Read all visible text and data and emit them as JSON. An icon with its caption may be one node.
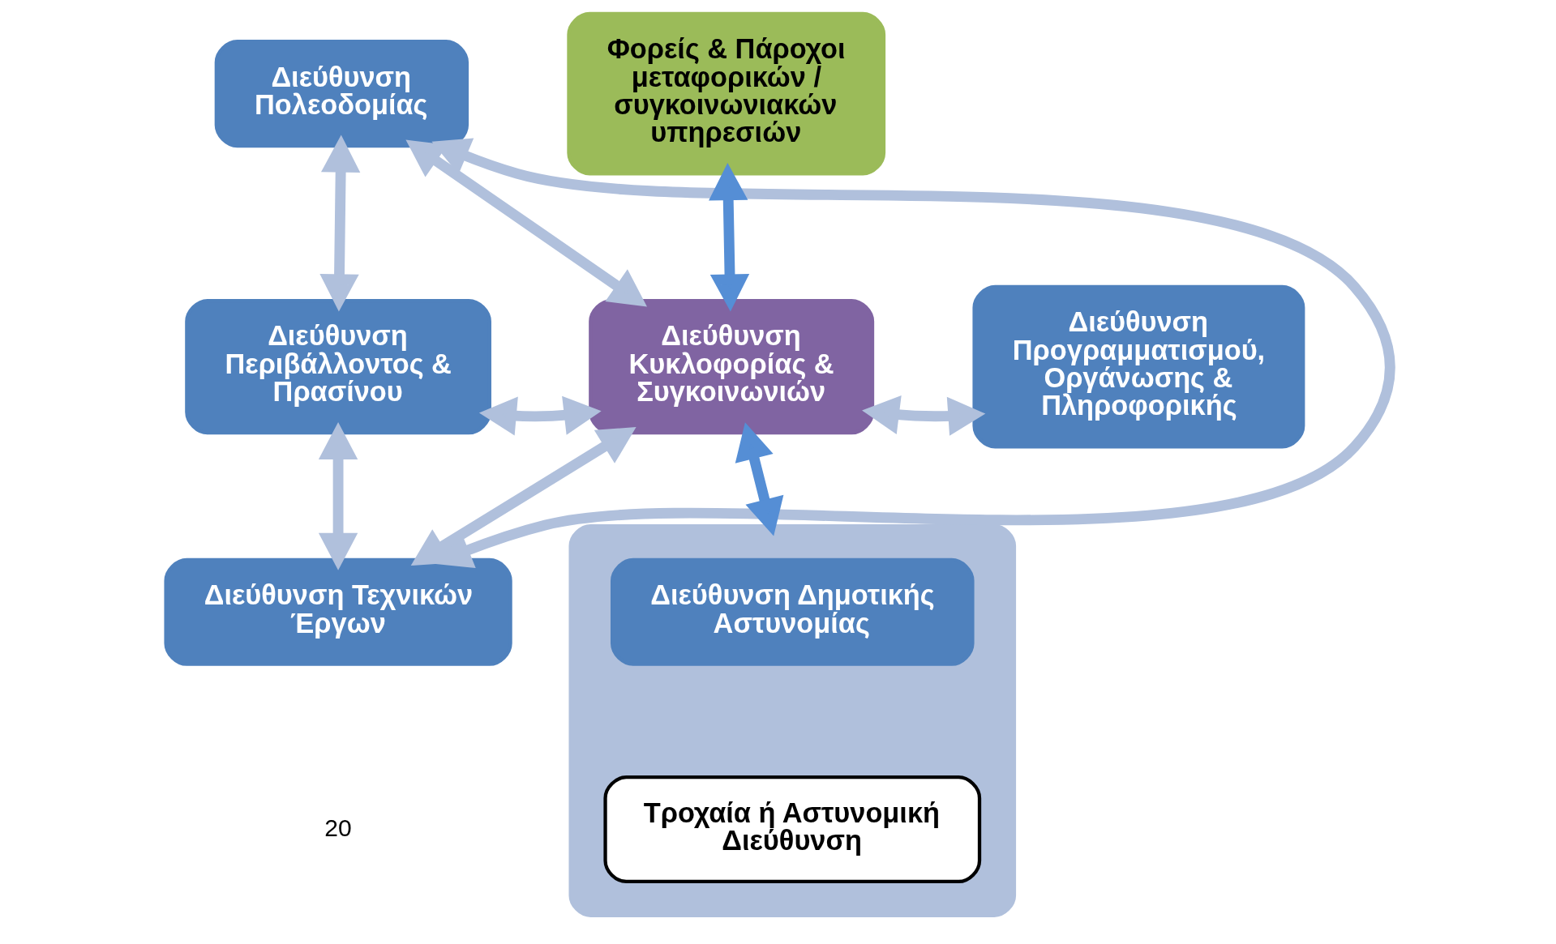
{
  "diagram": {
    "nodes": [
      {
        "text": [
          "Διεύθυνση Πολεοδομίας"
        ]
      },
      {
        "text": [
          "Διεύθυνση Περιβάλλοντος & Πρασίνου"
        ]
      },
      {
        "text": [
          "Διεύθυνση Κυκλοφορίας & Συγκοινωνιών"
        ]
      },
      {
        "text": [
          "Διεύθυνση Τεχνικών Έργων"
        ]
      },
      {
        "text": [
          "Φορείς & Πάροχοι μεταφορικών / συγκοινωνιακών υπηρεσιών"
        ]
      },
      {
        "text": [
          "Διεύθυνση Προγραμματισμού, Οργάνωσης & Πληροφορικής"
        ]
      },
      {
        "text": [],
        "shape": "box"
      },
      {
        "text": [
          "Διεύθυνση Δημοτικής Αστυνομίας"
        ],
        "in": 6
      },
      {
        "text": [
          "Τροχαία ή Αστυνομική Διεύθυνση"
        ],
        "in": 6
      }
    ],
    "edges": [
      {
        "from": 0,
        "to": 1,
        "arrow": "both"
      },
      {
        "from": 0,
        "to": 2,
        "arrow": "both"
      },
      {
        "from": 0,
        "to": 3,
        "arrow": "both"
      },
      {
        "from": 1,
        "to": 2,
        "arrow": "both"
      },
      {
        "from": 1,
        "to": 3,
        "arrow": "both"
      },
      {
        "from": 2,
        "to": 3,
        "arrow": "both"
      },
      {
        "from": 2,
        "to": 4,
        "arrow": "both",
        "color": "#558ed5"
      },
      {
        "from": 2,
        "to": 5,
        "arrow": "both"
      },
      {
        "from": 2,
        "to": 6,
        "arrow": "both",
        "color": "#558ed5"
      }
    ],
    "labels": [
      "20"
    ]
  }
}
